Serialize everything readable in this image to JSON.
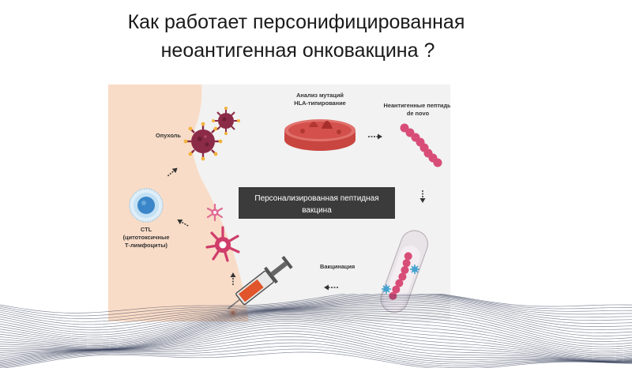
{
  "title": {
    "line1": "Как работает персонифицированная",
    "line2": "неоантигенная онковакцина ?"
  },
  "diagram": {
    "label_tumor": "Опухоль",
    "label_mutation_line1": "Анализ мутаций",
    "label_mutation_line2": "HLA-типирование",
    "label_peptides_line1": "Неантигенные пептиды",
    "label_peptides_line2": "de novo",
    "center_line1": "Персонализированная пептидная",
    "center_line2": "вакцина",
    "label_ctl_line1": "CTL",
    "label_ctl_line2": "(цитотоксичные",
    "label_ctl_line3": "Т-лимфоциты)",
    "label_vaccination": "Вакцинация"
  },
  "colors": {
    "skin": "#f9dcc7",
    "panel_bg": "#f2f2f2",
    "tumor": "#8c2b47",
    "peptide": "#d84d78",
    "dish": "#d3504c",
    "ctl_blue": "#3a86c8",
    "center_box": "#3b3b3b",
    "syringe_orange": "#e0552b"
  }
}
